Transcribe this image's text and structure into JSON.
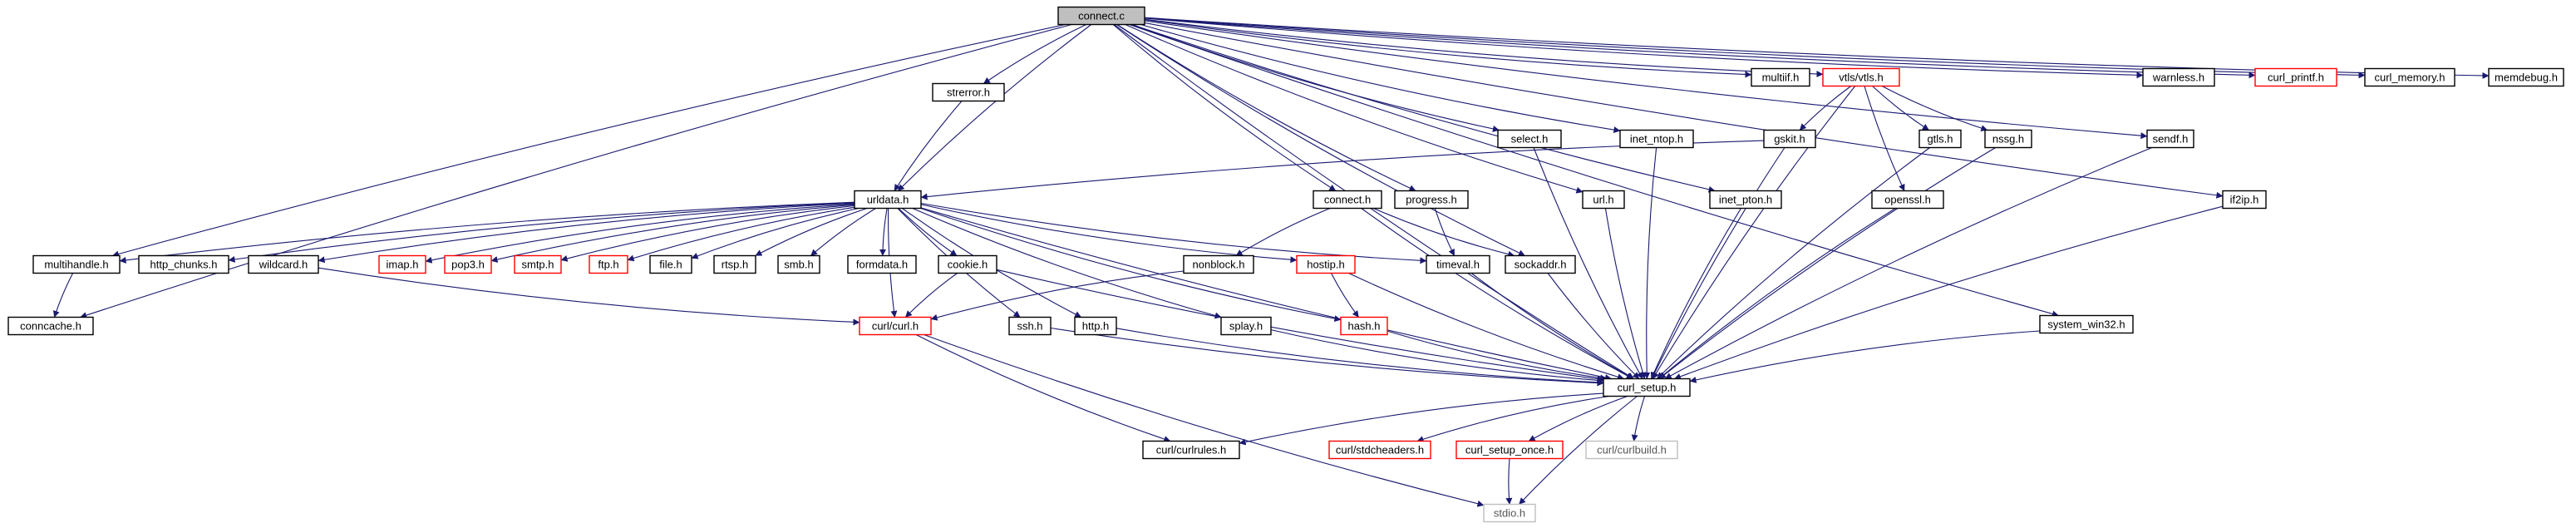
{
  "graph": {
    "nodes": {
      "connect_c": "connect.c",
      "strerror_h": "strerror.h",
      "connect_h": "connect.h",
      "progress_h": "progress.h",
      "select_h": "select.h",
      "url_h": "url.h",
      "inet_ntop_h": "inet_ntop.h",
      "inet_pton_h": "inet_pton.h",
      "multiif_h": "multiif.h",
      "vtls_h": "vtls/vtls.h",
      "gskit_h": "gskit.h",
      "gtls_h": "gtls.h",
      "nssg_h": "nssg.h",
      "openssl_h": "openssl.h",
      "warnless_h": "warnless.h",
      "curl_printf_h": "curl_printf.h",
      "curl_memory_h": "curl_memory.h",
      "memdebug_h": "memdebug.h",
      "sendf_h": "sendf.h",
      "if2ip_h": "if2ip.h",
      "system_win32_h": "system_win32.h",
      "urldata_h": "urldata.h",
      "multihandle_h": "multihandle.h",
      "http_chunks_h": "http_chunks.h",
      "wildcard_h": "wildcard.h",
      "imap_h": "imap.h",
      "pop3_h": "pop3.h",
      "smtp_h": "smtp.h",
      "ftp_h": "ftp.h",
      "file_h": "file.h",
      "rtsp_h": "rtsp.h",
      "smb_h": "smb.h",
      "formdata_h": "formdata.h",
      "cookie_h": "cookie.h",
      "nonblock_h": "nonblock.h",
      "hostip_h": "hostip.h",
      "timeval_h": "timeval.h",
      "sockaddr_h": "sockaddr.h",
      "conncache_h": "conncache.h",
      "curl_h": "curl/curl.h",
      "ssh_h": "ssh.h",
      "http_h": "http.h",
      "splay_h": "splay.h",
      "hash_h": "hash.h",
      "curl_setup_h": "curl_setup.h",
      "curlrules_h": "curl/curlrules.h",
      "stdcheaders_h": "curl/stdcheaders.h",
      "curl_setup_once_h": "curl_setup_once.h",
      "curlbuild_h": "curl/curlbuild.h",
      "stdio_h": "stdio.h"
    }
  }
}
